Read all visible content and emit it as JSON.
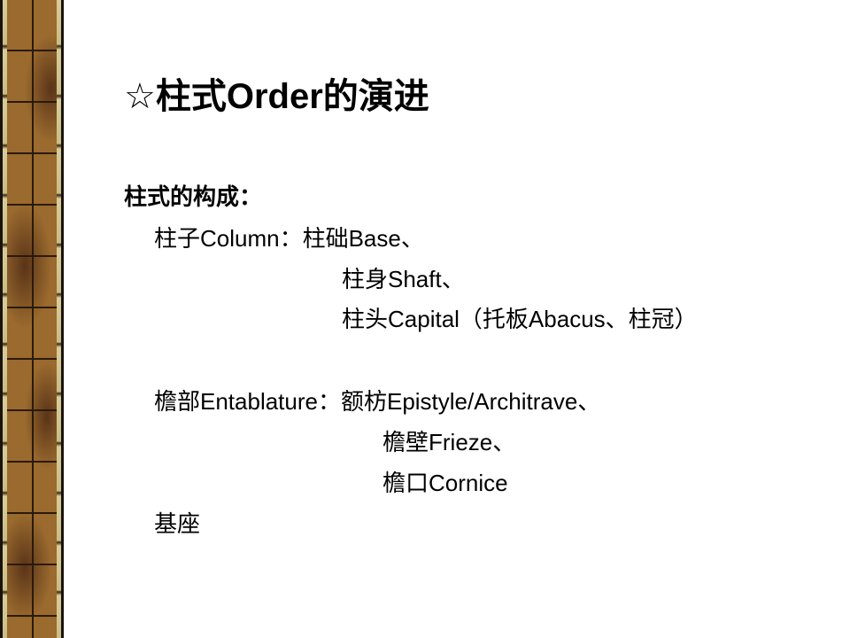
{
  "title": "☆柱式Order的演进",
  "heading": "柱式的构成：",
  "lines": [
    "柱子Column：柱础Base、",
    "柱身Shaft、",
    "柱头Capital（托板Abacus、柱冠）",
    "檐部Entablature：额枋Epistyle/Architrave、",
    "檐壁Frieze、",
    "檐口Cornice",
    "基座"
  ]
}
